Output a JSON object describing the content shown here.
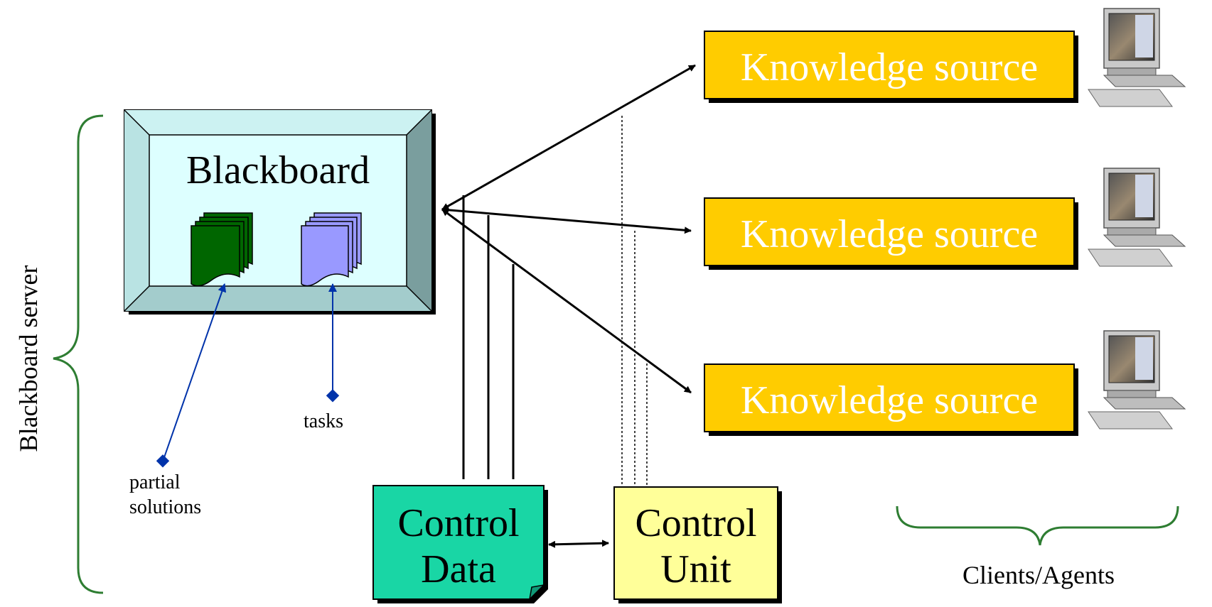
{
  "blackboard": {
    "label": "Blackboard"
  },
  "server_label": "Blackboard server",
  "annotations": {
    "partial_solutions": [
      "partial",
      "solutions"
    ],
    "tasks": "tasks"
  },
  "knowledge_sources": [
    {
      "label": "Knowledge source"
    },
    {
      "label": "Knowledge source"
    },
    {
      "label": "Knowledge source"
    }
  ],
  "control_data": {
    "lines": [
      "Control",
      "Data"
    ]
  },
  "control_unit": {
    "lines": [
      "Control",
      "Unit"
    ]
  },
  "clients_label": "Clients/Agents",
  "colors": {
    "knowledge_source": "#ffcc00",
    "control_data": "#19d6a5",
    "control_unit": "#ffff99",
    "blackboard_face": "#ddffff",
    "blackboard_frame": "#99cccc",
    "partial_doc": "#006600",
    "task_doc": "#9999ff",
    "brace": "#2e7d32",
    "pointer": "#0033aa"
  }
}
